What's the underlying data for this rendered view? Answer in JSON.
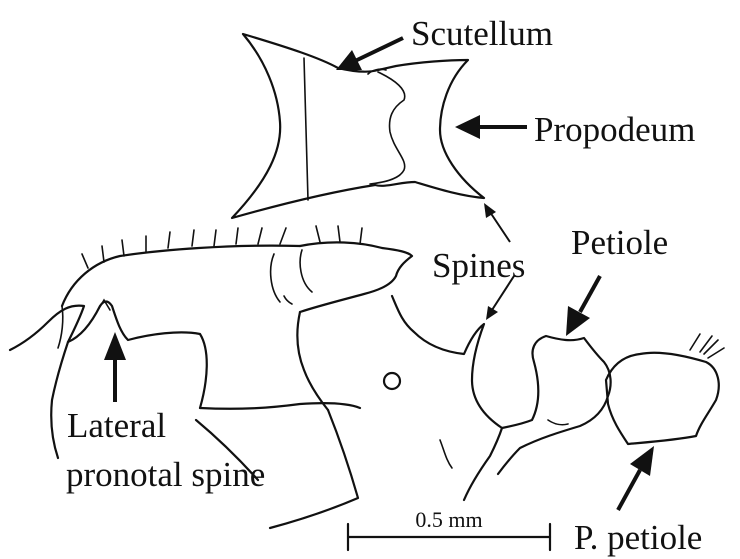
{
  "labels": {
    "scutellum": "Scutellum",
    "propodeum": "Propodeum",
    "spines": "Spines",
    "petiole": "Petiole",
    "lateral_line1": "Lateral",
    "lateral_line2": "pronotal spine",
    "post_petiole": "P. petiole"
  },
  "scale_bar": {
    "label": "0.5 mm"
  },
  "colors": {
    "ink": "#111111",
    "background": "#ffffff"
  }
}
